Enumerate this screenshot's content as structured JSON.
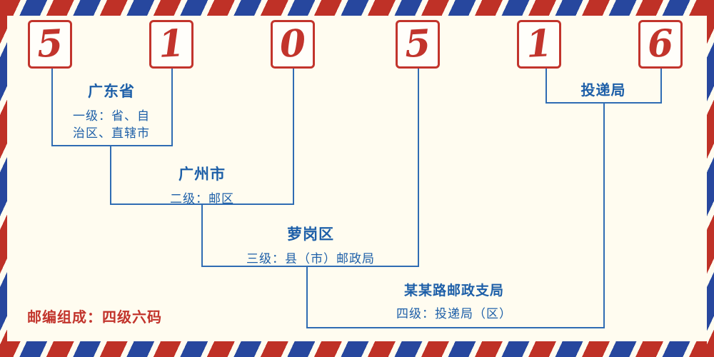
{
  "diagram": {
    "postal_code": {
      "digits": [
        "5",
        "1",
        "0",
        "5",
        "1",
        "6"
      ]
    },
    "levels": [
      {
        "name": "广东省",
        "description": "一级：省、自治区、直辖市"
      },
      {
        "name": "广州市",
        "description": "二级：邮区"
      },
      {
        "name": "萝岗区",
        "description": "三级：县（市）邮政局"
      },
      {
        "name": "某某路邮政支局",
        "description": "四级：投递局（区）"
      },
      {
        "name": "投递局",
        "description": ""
      }
    ],
    "footer_note": "邮编组成：四级六码"
  },
  "colors": {
    "red": "#c2342c",
    "blue_text": "#1d5fa8",
    "line_blue": "#2f6cb3",
    "stripe_red": "#bf3127",
    "stripe_blue": "#27479e",
    "bg": "#fffcf0",
    "box_bg": "#fffefa"
  }
}
